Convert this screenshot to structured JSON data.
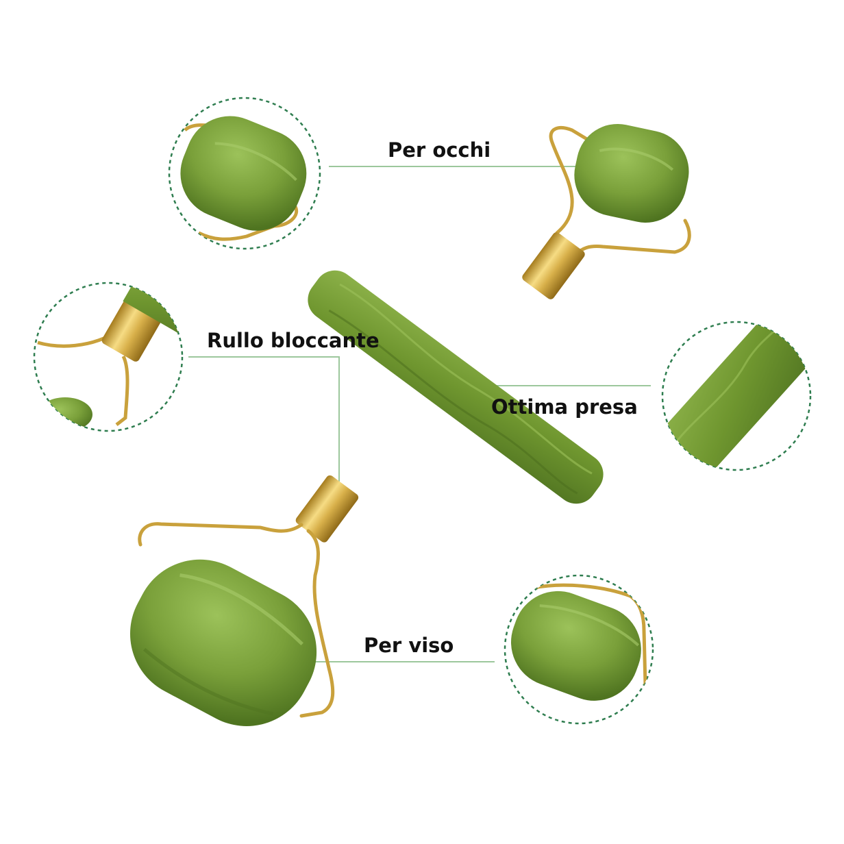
{
  "labels": {
    "eyes": "Per occhi",
    "lock": "Rullo bloccante",
    "grip": "Ottima presa",
    "face": "Per viso"
  },
  "colors": {
    "jade": "#7aa03a",
    "jade_dark": "#5d8428",
    "gold": "#d8b04a",
    "leader_line": "#9cc79c",
    "dashed_circle": "#2e7d4f"
  }
}
